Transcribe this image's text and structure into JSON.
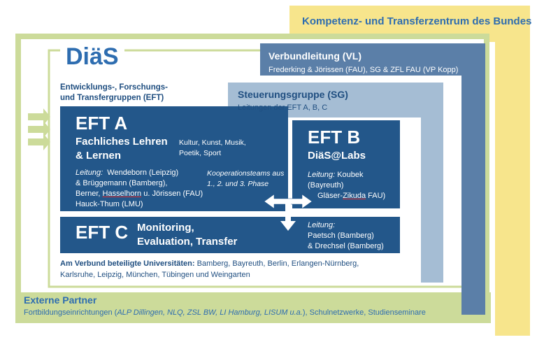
{
  "bund": {
    "title": "Kompetenz- und Transferzentrum des Bundes"
  },
  "vl": {
    "title": "Verbundleitung (VL)",
    "members": "Frederking & Jörissen (FAU), SG & ZFL FAU (VP Kopp)"
  },
  "sg": {
    "title": "Steuerungsgruppe (SG)",
    "subtitle": "Leitungen der EFT A, B, C"
  },
  "dias": {
    "logo": "DiäS",
    "groups_line1": "Entwicklungs-, Forschungs-",
    "groups_line2": "und Transfergruppen (EFT)"
  },
  "eft_a": {
    "title": "EFT A",
    "subtitle_line1": "Fachliches Lehren",
    "subtitle_line2": "& Lernen",
    "topics_line1": "Kultur, Kunst, Musik,",
    "topics_line2": "Poetik, Sport",
    "lead_label": "Leitung:",
    "lead_line1": "Wendeborn (Leipzig)",
    "lead_line2": "& Brüggemann (Bamberg),",
    "lead_line3_a": "Berner,",
    "lead_line3_b": "Hasselhorn",
    "lead_line3_c": "u. Jörissen (FAU)",
    "lead_line4": "Hauck-Thum (LMU)",
    "coop_line1": "Kooperationsteams aus",
    "coop_line2": "1., 2. und 3. Phase"
  },
  "eft_b": {
    "title": "EFT B",
    "subtitle": "DiäS@Labs",
    "lead_label": "Leitung:",
    "lead_line1": "Koubek",
    "lead_line2": "(Bayreuth)",
    "lead_line3_a": "Gläser-",
    "lead_line3_b": "Zikuda",
    "lead_line3_c": "FAU)"
  },
  "eft_c": {
    "title": "EFT C",
    "subtitle_line1": "Monitoring,",
    "subtitle_line2": "Evaluation, Transfer",
    "lead_label": "Leitung:",
    "lead_line1": "Paetsch (Bamberg)",
    "lead_line2": "& Drechsel (Bamberg)"
  },
  "unis": {
    "label": "Am Verbund beteiligte Universitäten:",
    "line1": "Bamberg, Bayreuth, Berlin, Erlangen-Nürnberg,",
    "line2": "Karlsruhe, Leipzig, München, Tübingen und Weingarten"
  },
  "partner": {
    "title": "Externe Partner",
    "prefix": "Fortbildungseinrichtungen (",
    "italic": "ALP Dillingen, NLQ, ZSL BW, LI Hamburg, LISUM u.a.",
    "suffix": "), Schulnetzwerke, Studienseminare"
  },
  "colors": {
    "bund": "#f7e58c",
    "partner": "#ccdb9a",
    "vl": "#5b7fa8",
    "sg": "#a5bdd4",
    "eft": "#23578a",
    "title_blue": "#2e6db0",
    "dark_text": "#1f4e80"
  }
}
